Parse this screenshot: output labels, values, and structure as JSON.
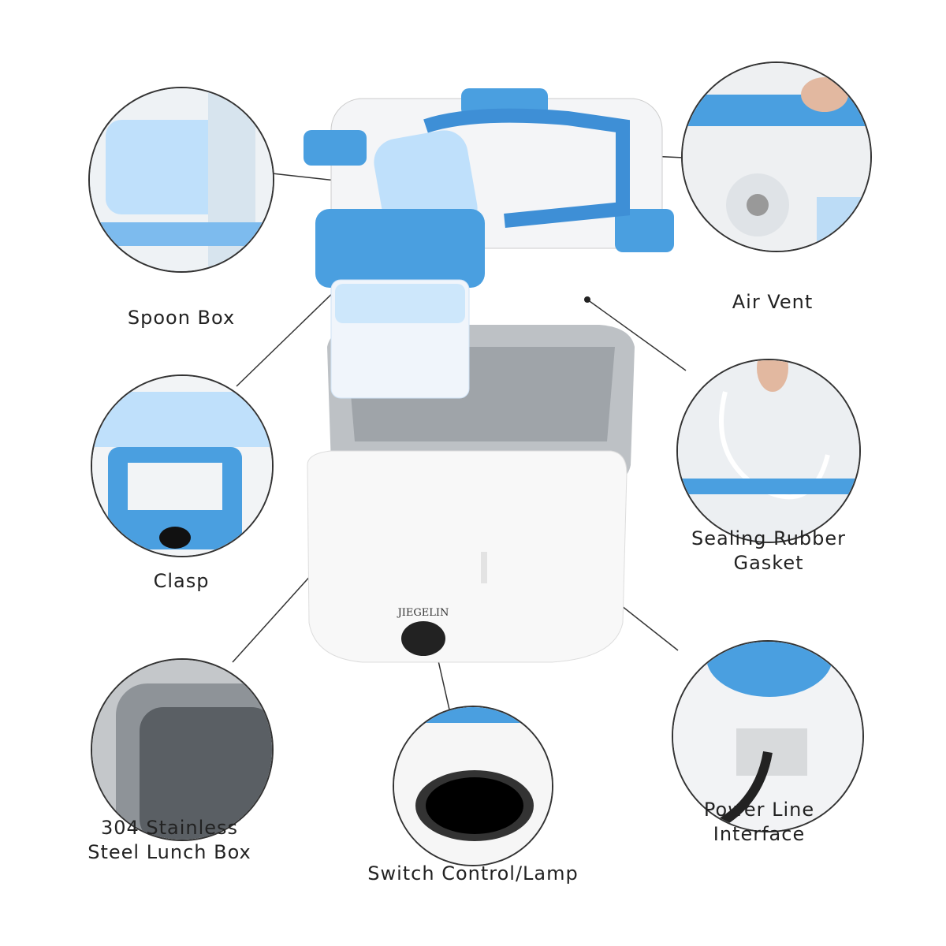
{
  "brand": "JIEGELIN",
  "colors": {
    "accent_blue": "#4a9fe0",
    "steel": "#b9bcbf",
    "body_white": "#f7f7f7"
  },
  "callouts": {
    "spoon_box": "Spoon Box",
    "air_vent": "Air Vent",
    "clasp": "Clasp",
    "gasket_line1": "Sealing Rubber",
    "gasket_line2": "Gasket",
    "steel_line1": "304 Stainless",
    "steel_line2": "Steel Lunch Box",
    "switch": "Switch Control/Lamp",
    "power_line1": "Power Line",
    "power_line2": "Interface"
  }
}
